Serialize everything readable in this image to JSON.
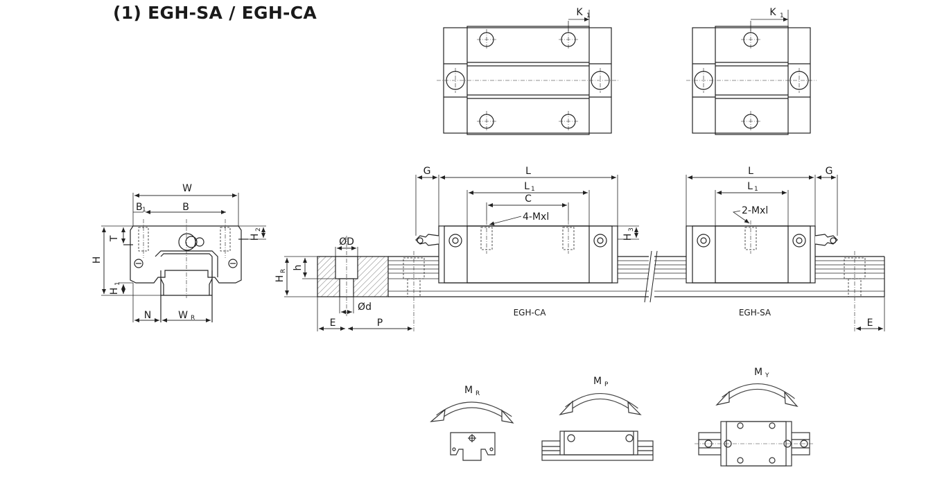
{
  "title": "(1) EGH-SA / EGH-CA",
  "dims": {
    "K1_a": "K",
    "K1_b": "K",
    "W": "W",
    "B1": "B",
    "B": "B",
    "T": "T",
    "H2": "H",
    "H": "H",
    "H1": "H",
    "N": "N",
    "WR": "W",
    "G_left": "G",
    "L_ca": "L",
    "L1_ca": "L",
    "C": "C",
    "M4": "4-Mxl",
    "H3": "H",
    "L_sa": "L",
    "L1_sa": "L",
    "M2": "2-Mxl",
    "G_right": "G",
    "HR": "H",
    "h": "h",
    "OD": "ØD",
    "Od": "Ød",
    "E_left": "E",
    "P": "P",
    "E_right": "E",
    "MR": "M",
    "MP": "M",
    "MY": "M"
  },
  "subs": {
    "one": "1",
    "two": "2",
    "three": "3",
    "R": "R",
    "P": "P",
    "Y": "Y"
  },
  "captions": {
    "ca": "EGH-CA",
    "sa": "EGH-SA"
  }
}
